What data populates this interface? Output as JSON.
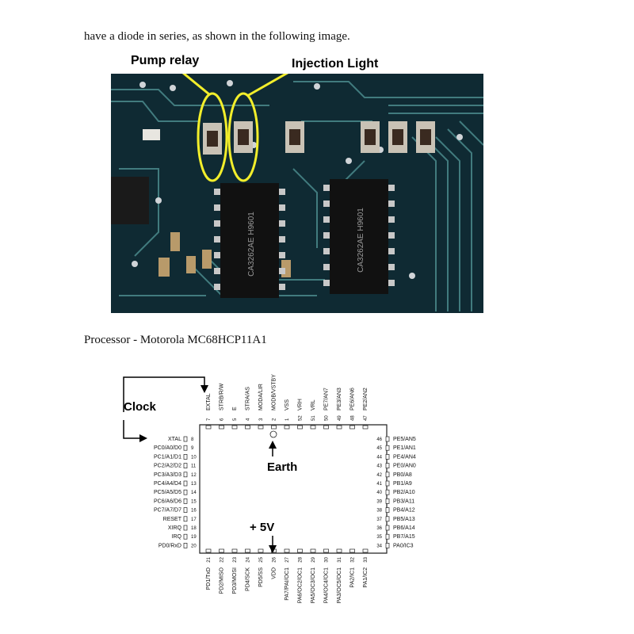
{
  "document": {
    "para1": "have a diode in series, as shown in the following image.",
    "para2": "Processor - Motorola MC68HCP11A1"
  },
  "photo": {
    "label_pump": "Pump relay",
    "label_injection": "Injection Light",
    "chip_text_1": "CA3262AE H9601",
    "chip_text_2": "CA3262AE H9601"
  },
  "pinout": {
    "clock_label": "Clock",
    "earth_label": "Earth",
    "vplus_label": "+ 5V",
    "left_pins": [
      {
        "num": "8",
        "name": "XTAL"
      },
      {
        "num": "9",
        "name": "PC0/A0/D0"
      },
      {
        "num": "10",
        "name": "PC1/A1/D1"
      },
      {
        "num": "11",
        "name": "PC2/A2/D2"
      },
      {
        "num": "12",
        "name": "PC3/A3/D3"
      },
      {
        "num": "13",
        "name": "PC4/A4/D4"
      },
      {
        "num": "14",
        "name": "PC5/A5/D5"
      },
      {
        "num": "15",
        "name": "PC6/A6/D6"
      },
      {
        "num": "16",
        "name": "PC7/A7/D7"
      },
      {
        "num": "17",
        "name": "RESET"
      },
      {
        "num": "18",
        "name": "XIRQ"
      },
      {
        "num": "19",
        "name": "IRQ"
      },
      {
        "num": "20",
        "name": "PD0/RxD"
      }
    ],
    "right_pins": [
      {
        "num": "46",
        "name": "PE5/AN5"
      },
      {
        "num": "45",
        "name": "PE1/AN1"
      },
      {
        "num": "44",
        "name": "PE4/AN4"
      },
      {
        "num": "43",
        "name": "PE0/AN0"
      },
      {
        "num": "42",
        "name": "PB0/A8"
      },
      {
        "num": "41",
        "name": "PB1/A9"
      },
      {
        "num": "40",
        "name": "PB2/A10"
      },
      {
        "num": "39",
        "name": "PB3/A11"
      },
      {
        "num": "38",
        "name": "PB4/A12"
      },
      {
        "num": "37",
        "name": "PB5/A13"
      },
      {
        "num": "36",
        "name": "PB6/A14"
      },
      {
        "num": "35",
        "name": "PB7/A15"
      },
      {
        "num": "34",
        "name": "PA0/IC3"
      }
    ],
    "top_pins": [
      {
        "num": "7",
        "name": "EXTAL"
      },
      {
        "num": "6",
        "name": "STRB/R/W"
      },
      {
        "num": "5",
        "name": "E"
      },
      {
        "num": "4",
        "name": "STRA/AS"
      },
      {
        "num": "3",
        "name": "MODA/LIR"
      },
      {
        "num": "2",
        "name": "MODB/VSTBY"
      },
      {
        "num": "1",
        "name": "VSS"
      },
      {
        "num": "52",
        "name": "VRH"
      },
      {
        "num": "51",
        "name": "VRL"
      },
      {
        "num": "50",
        "name": "PE7/AN7"
      },
      {
        "num": "49",
        "name": "PE3/AN3"
      },
      {
        "num": "48",
        "name": "PE6/AN6"
      },
      {
        "num": "47",
        "name": "PE2/AN2"
      }
    ],
    "bottom_pins": [
      {
        "num": "21",
        "name": "PD1/TxD"
      },
      {
        "num": "22",
        "name": "PD2/MISO"
      },
      {
        "num": "23",
        "name": "PD3/MOSI"
      },
      {
        "num": "24",
        "name": "PD4/SCK"
      },
      {
        "num": "25",
        "name": "PD5/SS"
      },
      {
        "num": "26",
        "name": "VDD"
      },
      {
        "num": "27",
        "name": "PA7/PAI/OC1"
      },
      {
        "num": "28",
        "name": "PA6/OC2/OC1"
      },
      {
        "num": "29",
        "name": "PA5/OC3/OC1"
      },
      {
        "num": "30",
        "name": "PA4/OC4/OC1"
      },
      {
        "num": "31",
        "name": "PA3/OC5/OC1"
      },
      {
        "num": "32",
        "name": "PA2/IC1"
      },
      {
        "num": "33",
        "name": "PA1/IC2"
      }
    ]
  }
}
